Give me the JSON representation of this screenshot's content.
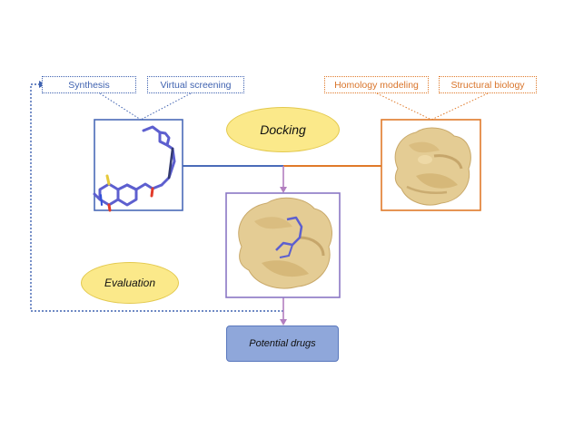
{
  "labels": {
    "synthesis": "Synthesis",
    "virtual_screening": "Virtual screening",
    "homology_modeling": "Homology modeling",
    "structural_biology": "Structural biology",
    "docking": "Docking",
    "evaluation": "Evaluation",
    "potential_drugs": "Potential drugs"
  },
  "colors": {
    "blue": "#3f62b0",
    "orange": "#e07a2a",
    "purple_line": "#b27fc0",
    "ellipse_fill": "#fbe98a",
    "drugs_fill": "#8fa7da",
    "protein": "#e2c98f",
    "ligand": "#5d5fcf"
  },
  "images": {
    "ligand": "ligand-structure",
    "protein": "protein-surface",
    "complex": "protein-ligand-complex"
  }
}
